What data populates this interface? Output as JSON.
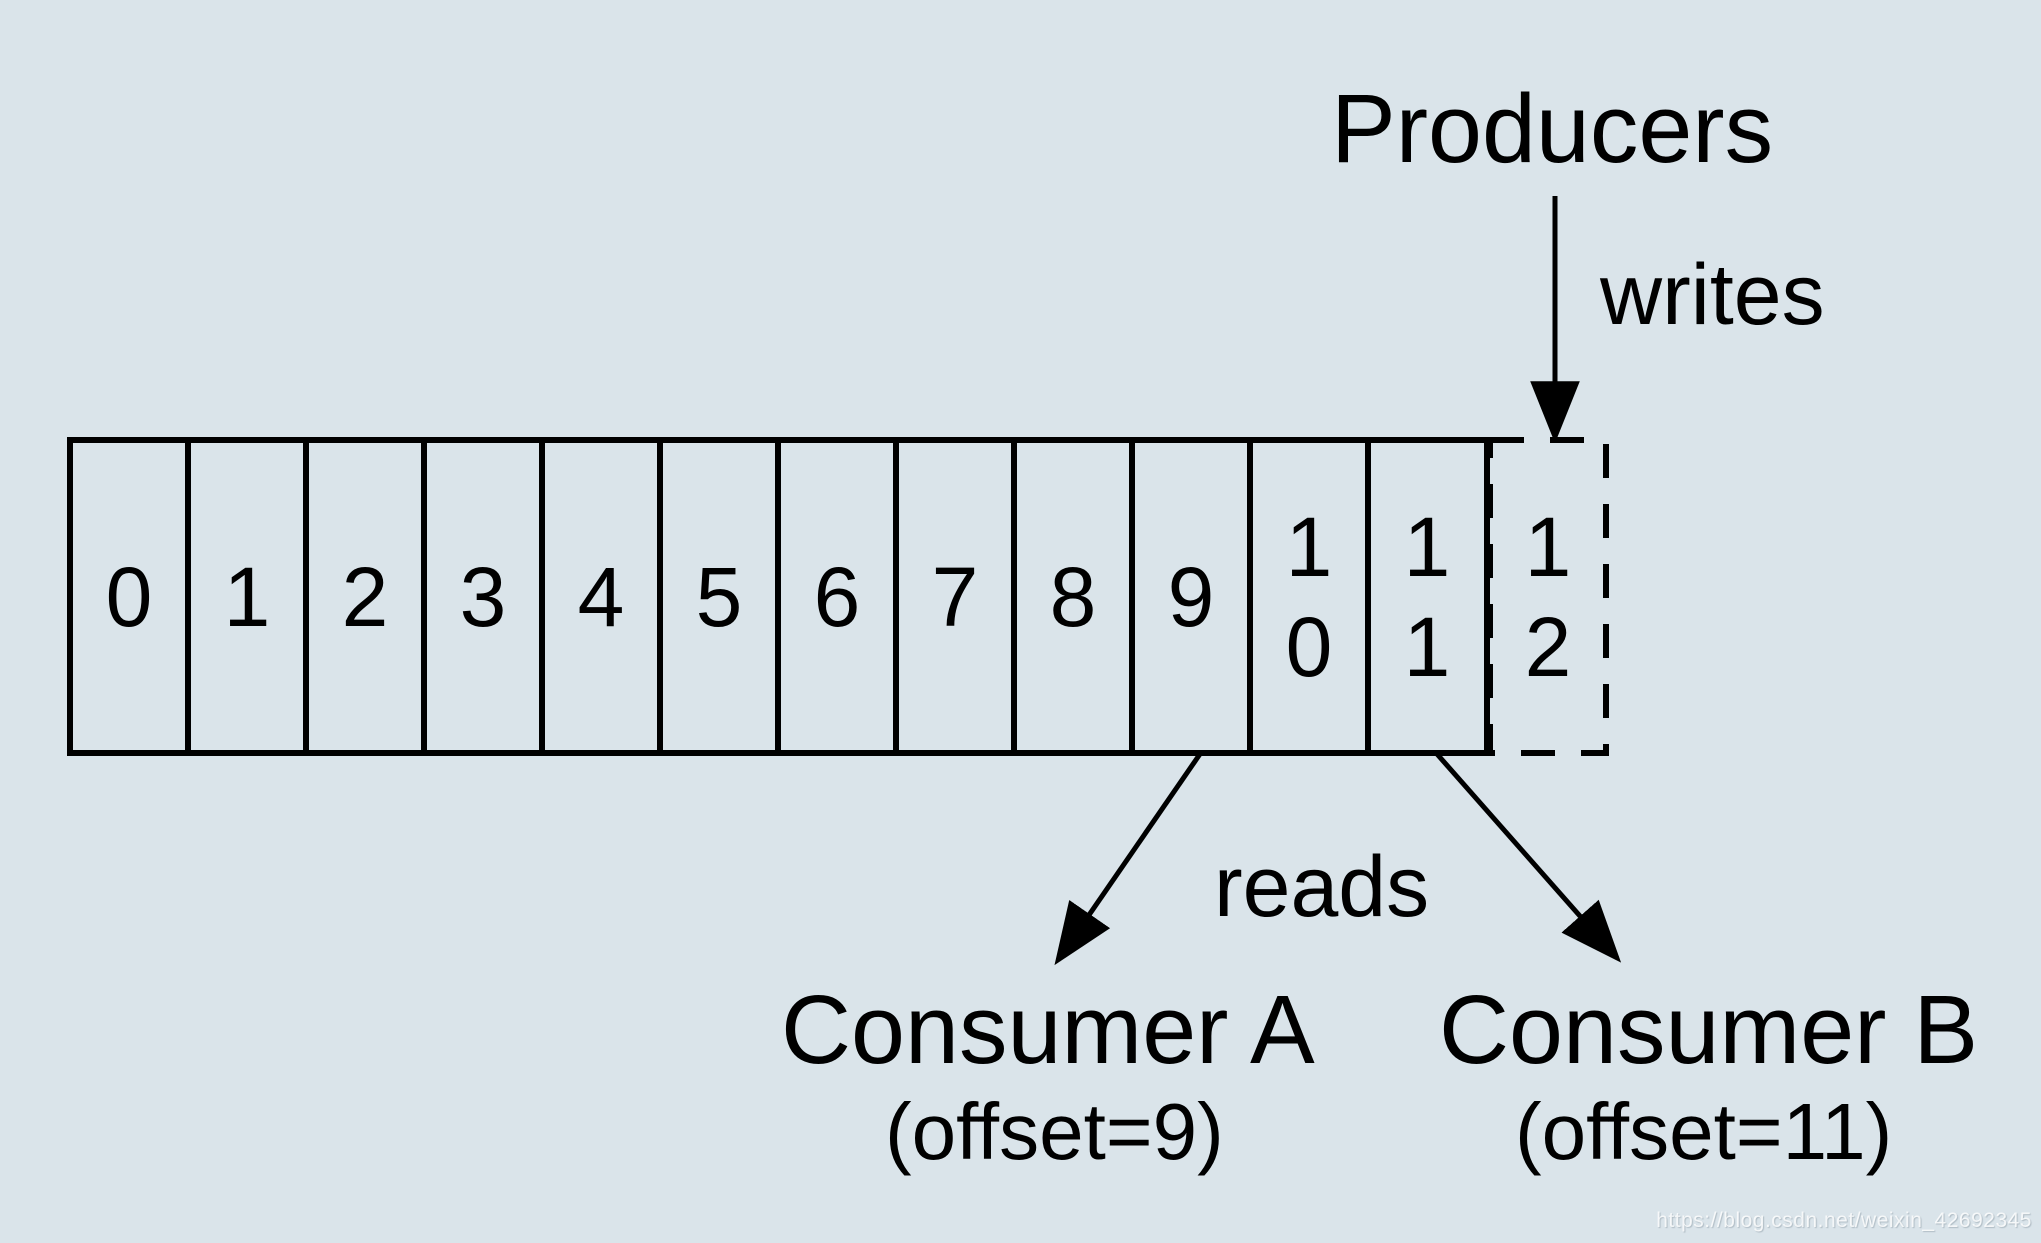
{
  "colors": {
    "background": "#dae4ea",
    "ink": "#000000",
    "watermark_text_color": "rgba(255,255,255,0.82)"
  },
  "diagram": {
    "producers_label": "Producers",
    "writes_label": "writes",
    "reads_label": "reads",
    "consumer_a": {
      "name": "Consumer A",
      "offset": "(offset=9)"
    },
    "consumer_b": {
      "name": "Consumer B",
      "offset": "(offset=11)"
    },
    "log": {
      "cells": [
        {
          "text": "0"
        },
        {
          "text": "1"
        },
        {
          "text": "2"
        },
        {
          "text": "3"
        },
        {
          "text": "4"
        },
        {
          "text": "5"
        },
        {
          "text": "6"
        },
        {
          "text": "7"
        },
        {
          "text": "8"
        },
        {
          "text": "9"
        },
        {
          "text": "1\n0"
        },
        {
          "text": "1\n1"
        }
      ],
      "next_cell": {
        "text": "1\n2"
      }
    }
  },
  "watermark": {
    "text": "https://blog.csdn.net/weixin_42692345"
  }
}
